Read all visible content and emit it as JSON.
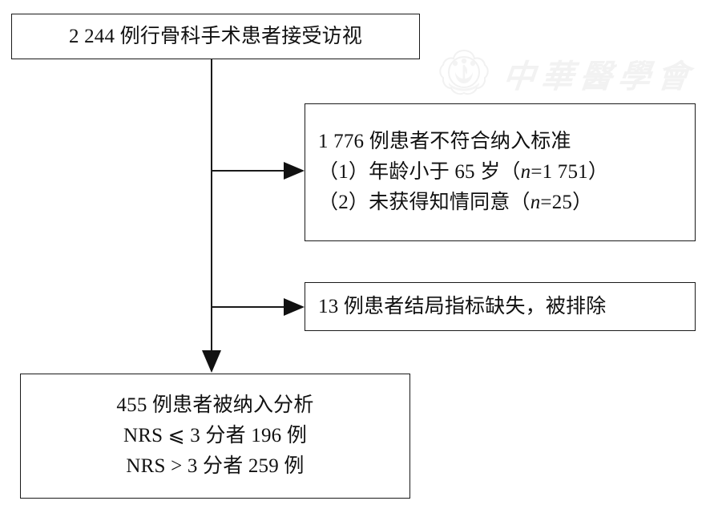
{
  "figure": {
    "type": "flowchart",
    "orientation": "top-to-bottom",
    "nodes": {
      "enrolled": {
        "id": "enrolled",
        "lines": [
          "2 244 例行骨科手术患者接受访视"
        ]
      },
      "excluded_criteria": {
        "id": "excluded_criteria",
        "lines": [
          "1 776 例患者不符合纳入标准",
          "（1）年龄小于 65 岁（",
          "（2）未获得知情同意（"
        ],
        "line2_prefix": "（1）年龄小于 65 岁（",
        "line2_n": "n",
        "line2_value": "=1 751）",
        "line3_prefix": "（2）未获得知情同意（",
        "line3_n": "n",
        "line3_value": "=25）"
      },
      "excluded_outcome": {
        "id": "excluded_outcome",
        "lines": [
          "13 例患者结局指标缺失，被排除"
        ]
      },
      "analyzed": {
        "id": "analyzed",
        "lines": [
          "455 例患者被纳入分析",
          "NRS ⩽ 3 分者 196 例",
          "NRS > 3 分者 259 例"
        ]
      }
    },
    "edges": [
      {
        "from": "enrolled",
        "to": "excluded_criteria",
        "style": "arrow-right"
      },
      {
        "from": "enrolled",
        "to": "excluded_outcome",
        "style": "arrow-right"
      },
      {
        "from": "enrolled",
        "to": "analyzed",
        "style": "arrow-down"
      }
    ]
  },
  "watermark": {
    "text": "中華醫學會",
    "emblem_name": "chinese-medical-association-seal",
    "color": "#f2f2f2"
  },
  "colors": {
    "stroke": "#1a1a1a",
    "background": "#ffffff",
    "text": "#111111",
    "watermark": "#f2f2f2"
  }
}
